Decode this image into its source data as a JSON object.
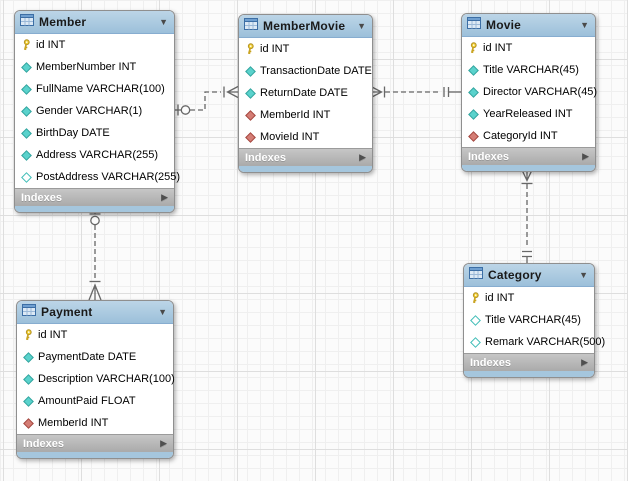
{
  "diagram": {
    "labels": {
      "indexes": "Indexes",
      "collapse_icon": "▼",
      "expand_icon": "▶"
    },
    "tables": [
      {
        "name": "Member",
        "columns": [
          {
            "icon": "primary-key",
            "label": "id INT"
          },
          {
            "icon": "column",
            "label": "MemberNumber INT"
          },
          {
            "icon": "column",
            "label": "FullName VARCHAR(100)"
          },
          {
            "icon": "column",
            "label": "Gender VARCHAR(1)"
          },
          {
            "icon": "column",
            "label": "BirthDay DATE"
          },
          {
            "icon": "column",
            "label": "Address VARCHAR(255)"
          },
          {
            "icon": "column-nullable",
            "label": "PostAddress VARCHAR(255)"
          }
        ]
      },
      {
        "name": "MemberMovie",
        "columns": [
          {
            "icon": "primary-key",
            "label": "id INT"
          },
          {
            "icon": "column",
            "label": "TransactionDate DATE"
          },
          {
            "icon": "column",
            "label": "ReturnDate DATE"
          },
          {
            "icon": "foreign-key",
            "label": "MemberId INT"
          },
          {
            "icon": "foreign-key",
            "label": "MovieId INT"
          }
        ]
      },
      {
        "name": "Movie",
        "columns": [
          {
            "icon": "primary-key",
            "label": "id INT"
          },
          {
            "icon": "column",
            "label": "Title VARCHAR(45)"
          },
          {
            "icon": "column",
            "label": "Director VARCHAR(45)"
          },
          {
            "icon": "column",
            "label": "YearReleased INT"
          },
          {
            "icon": "foreign-key",
            "label": "CategoryId INT"
          }
        ]
      },
      {
        "name": "Category",
        "columns": [
          {
            "icon": "primary-key",
            "label": "id INT"
          },
          {
            "icon": "column-nullable",
            "label": "Title VARCHAR(45)"
          },
          {
            "icon": "column-nullable",
            "label": "Remark VARCHAR(500)"
          }
        ]
      },
      {
        "name": "Payment",
        "columns": [
          {
            "icon": "primary-key",
            "label": "id INT"
          },
          {
            "icon": "column",
            "label": "PaymentDate DATE"
          },
          {
            "icon": "column",
            "label": "Description VARCHAR(100)"
          },
          {
            "icon": "column",
            "label": "AmountPaid FLOAT"
          },
          {
            "icon": "foreign-key",
            "label": "MemberId INT"
          }
        ]
      }
    ],
    "relationships": [
      {
        "from": "Member",
        "to": "MemberMovie",
        "from_cardinality": "zero-or-one",
        "to_cardinality": "one-or-many",
        "line_style": "dashed"
      },
      {
        "from": "Movie",
        "to": "MemberMovie",
        "from_cardinality": "exactly-one",
        "to_cardinality": "one-or-many",
        "line_style": "dashed"
      },
      {
        "from": "Category",
        "to": "Movie",
        "from_cardinality": "exactly-one",
        "to_cardinality": "one-or-many",
        "line_style": "dashed"
      },
      {
        "from": "Member",
        "to": "Payment",
        "from_cardinality": "zero-or-one",
        "to_cardinality": "one-or-many",
        "line_style": "dashed"
      }
    ],
    "colors": {
      "table_header": "#a8c8de",
      "table_bottom_bar": "#a5c6dd",
      "indexes_bar": "#b3b3b3",
      "primary_key_icon": "#f0cd2a",
      "column_icon": "#5ad2cc",
      "nullable_column_icon": "#ffffff",
      "foreign_key_icon": "#d47d75",
      "relationship_line": "#676767",
      "grid_line": "#efefef"
    }
  }
}
